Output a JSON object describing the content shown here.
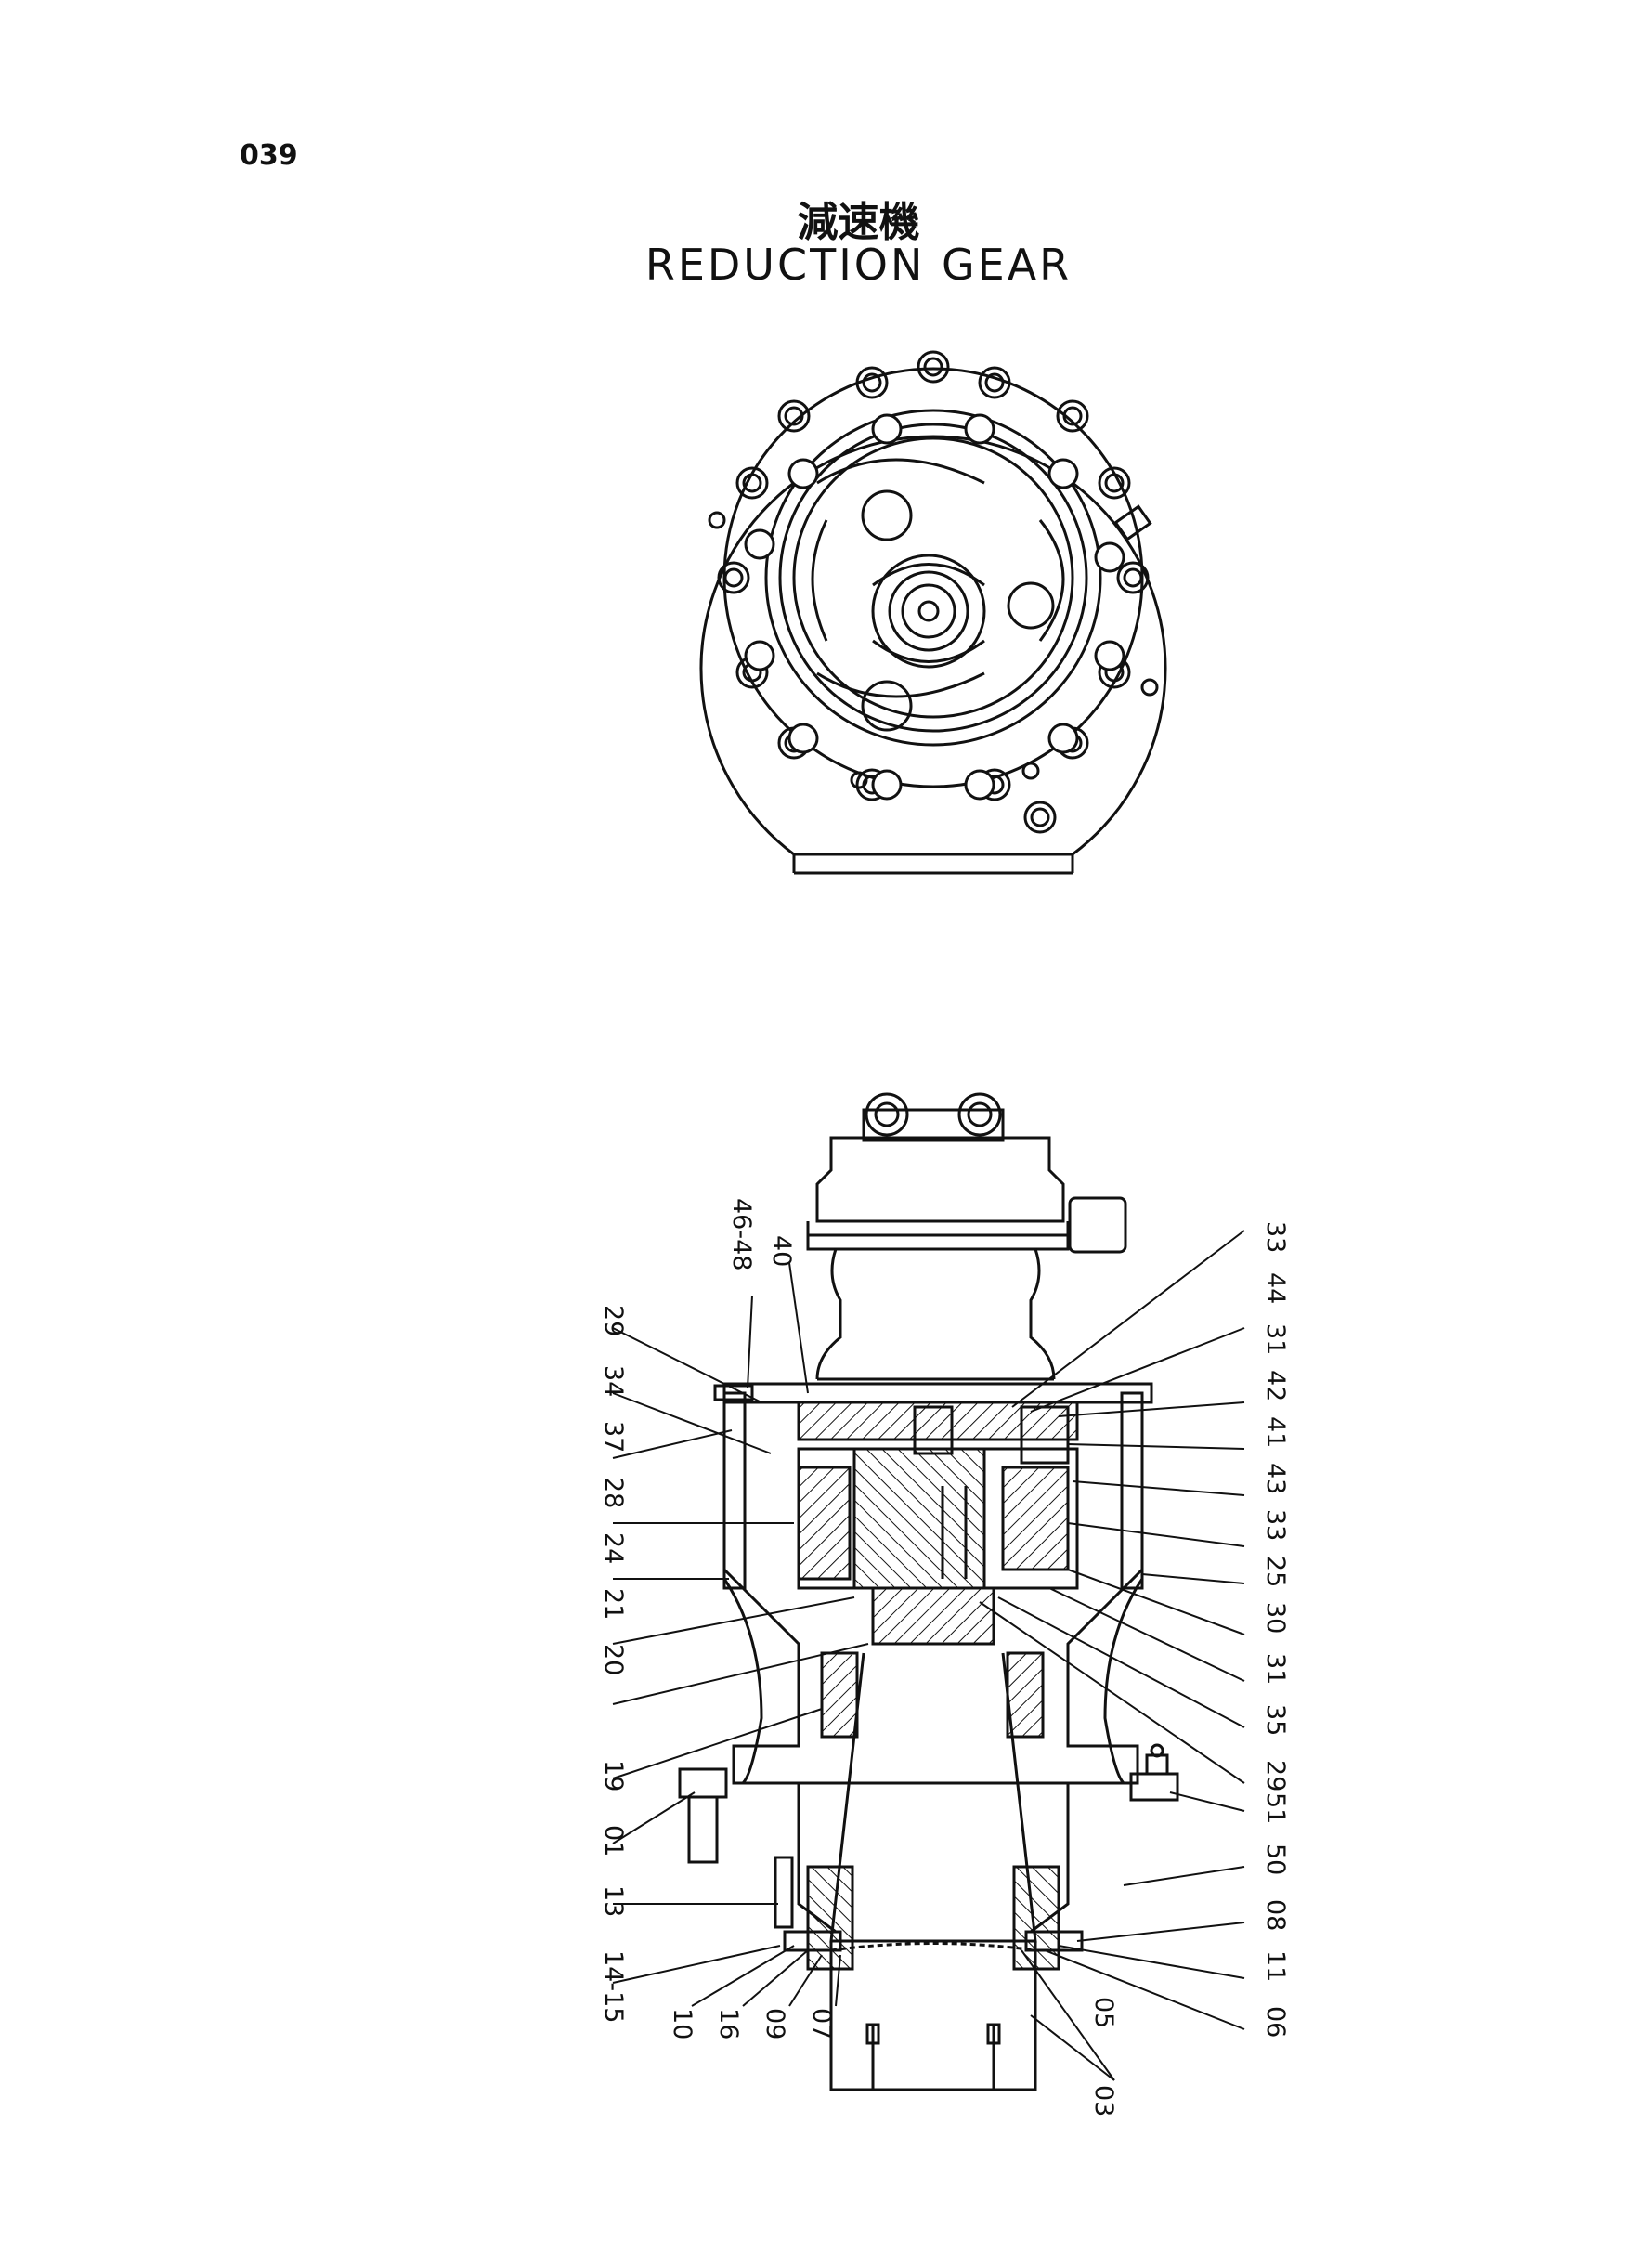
{
  "page_number": "039",
  "title_jp": "減速機",
  "title_en": "REDUCTION GEAR",
  "part_callouts": [
    "29",
    "34",
    "37",
    "28",
    "24",
    "21",
    "20",
    "19",
    "01",
    "13",
    "14-15",
    "10",
    "16",
    "09",
    "07",
    "46-48",
    "40",
    "03",
    "05",
    "06",
    "11",
    "08",
    "50",
    "51",
    "29",
    "35",
    "31",
    "30",
    "25",
    "33",
    "43",
    "41",
    "42",
    "31",
    "44",
    "33"
  ]
}
